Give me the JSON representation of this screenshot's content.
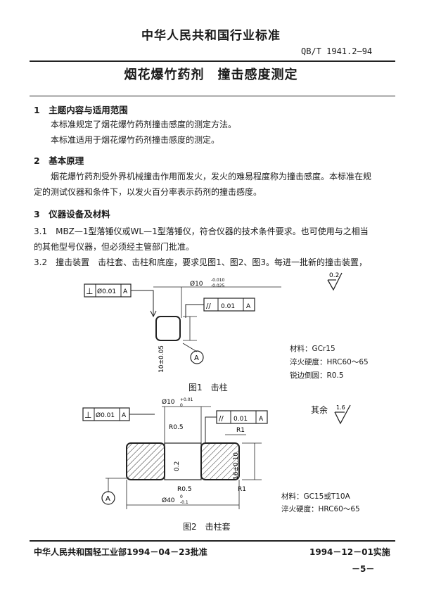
{
  "header": {
    "org_title": "中华人民共和国行业标准",
    "standard_no": "QB/T 1941.2—94",
    "doc_title": "烟花爆竹药剂　撞击感度测定"
  },
  "sections": {
    "s1_title": "1　主题内容与适用范围",
    "s1_p1": "本标准规定了烟花爆竹药剂撞击感度的测定方法。",
    "s1_p2": "本标准适用于烟花爆竹药剂撞击感度的测定。",
    "s2_title": "2　基本原理",
    "s2_p1_line1": "烟花爆竹药剂受外界机械撞击作用而发火，发火的难易程度称为撞击感度。本标准在规",
    "s2_p1_line2": "定的测试仪器和条件下，以发火百分率表示药剂的撞击感度。",
    "s3_title": "3　仪器设备及材料",
    "s31_line1": "3.1　MBZ—1型落锤仪或WL—1型落锤仪，符合仪器的技术条件要求。也可使用与之相当",
    "s31_line2": "的其他型号仪器，但必须经主管部门批准。",
    "s32_line1": "3.2　撞击装置　击柱套、击柱和底座，要求见图1、图2、图3。每进一批新的撞击装置，"
  },
  "figure1": {
    "perp_symbol": "⊥",
    "flatness": "Ø0.01",
    "datum_ref": "A",
    "diameter": "Ø10",
    "tol_upper": "-0.010",
    "tol_lower": "-0.025",
    "parallel_symbol": "//",
    "parallel_tol": "0.01",
    "height": "10±0.05",
    "datum": "A",
    "roughness": "0.2",
    "caption": "图1　击柱",
    "material": "材料：GCr15",
    "hardness": "淬火硬度：HRC60～65",
    "edge": "锐边倒圆：R0.5"
  },
  "figure2": {
    "perp_symbol": "⊥",
    "flatness": "Ø0.01",
    "datum_ref": "A",
    "diameter": "Ø10",
    "tol_upper": "+0.01",
    "tol_lower": "0",
    "parallel_symbol": "//",
    "parallel_tol": "0.01",
    "r05_top": "R0.5",
    "r1_top": "R1",
    "height": "16±0.10",
    "inner": "0.2",
    "r05_bot": "R0.5",
    "r1_bot": "R1",
    "outer": "Ø40",
    "outer_tol": "-0.1",
    "outer_tol_up": "0",
    "datum": "A",
    "rest_label": "其余",
    "roughness": "1.6",
    "caption": "图2　击柱套",
    "material": "材料：GC15或T10A",
    "hardness": "淬火硬度：HRC60～65"
  },
  "footer": {
    "approved": "中华人民共和国轻工业部1994－04－23批准",
    "effective": "1994－12－01实施",
    "page_no": "－5－"
  }
}
